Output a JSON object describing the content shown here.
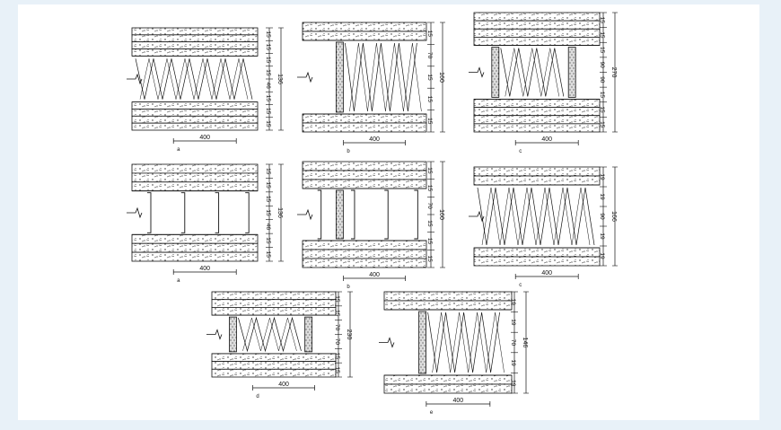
{
  "background": "#e8f1f8",
  "sheet_color": "#ffffff",
  "ink": "#111111",
  "sections": [
    {
      "marker": "a",
      "width_label": "400",
      "layer_labels": [
        "15",
        "15",
        "15",
        "15",
        "46",
        "15",
        "15",
        "15"
      ],
      "total_label": "136",
      "insulation": true,
      "studs": 0
    },
    {
      "marker": "b",
      "width_label": "400",
      "layer_labels": [
        "15",
        "70",
        "15",
        "15",
        "15"
      ],
      "total_label": "160",
      "insulation": true,
      "studs": 1
    },
    {
      "marker": "c",
      "width_label": "400",
      "layer_labels": [
        "15",
        "15",
        "15",
        "90",
        "90",
        "15",
        "15",
        "15"
      ],
      "total_label": "270",
      "insulation": true,
      "studs": 2
    },
    {
      "marker": "a",
      "width_label": "400",
      "layer_labels": [
        "15",
        "15",
        "15",
        "15",
        "46",
        "15",
        "15"
      ],
      "total_label": "136",
      "insulation": false,
      "studs": 0
    },
    {
      "marker": "b",
      "width_label": "400",
      "layer_labels": [
        "15",
        "15",
        "70",
        "15",
        "15",
        "15"
      ],
      "total_label": "160",
      "insulation": false,
      "studs": 1
    },
    {
      "marker": "c",
      "width_label": "400",
      "layer_labels": [
        "19",
        "19",
        "90",
        "19",
        "19"
      ],
      "total_label": "166",
      "insulation": true,
      "studs": 0
    },
    {
      "marker": "d",
      "width_label": "400",
      "layer_labels": [
        "15",
        "15",
        "70",
        "70",
        "15",
        "15"
      ],
      "total_label": "230",
      "insulation": true,
      "studs": 2
    },
    {
      "marker": "e",
      "width_label": "400",
      "layer_labels": [
        "19",
        "19",
        "70",
        "19",
        "19"
      ],
      "total_label": "146",
      "insulation": true,
      "studs": 1
    }
  ]
}
